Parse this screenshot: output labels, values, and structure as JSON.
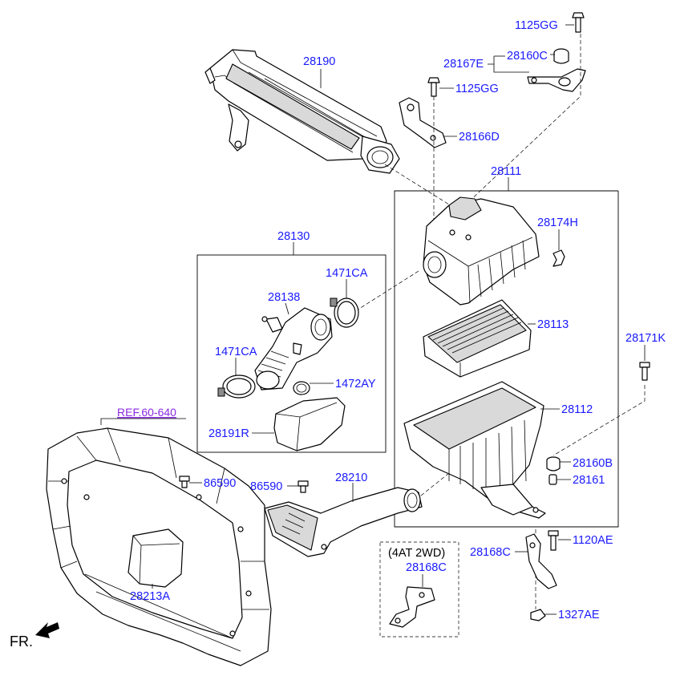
{
  "labels": {
    "p1125gg_top": "1125GG",
    "p28160c": "28160C",
    "p28167e": "28167E",
    "p1125gg_mid": "1125GG",
    "p28190": "28190",
    "p28166d": "28166D",
    "p28111": "28111",
    "p28174h": "28174H",
    "p28130": "28130",
    "p1471ca_top": "1471CA",
    "p28138": "28138",
    "p28113": "28113",
    "p28171k": "28171K",
    "p1471ca_bot": "1471CA",
    "p1472ay": "1472AY",
    "p28112": "28112",
    "ref": "REF.60-640",
    "p28191r": "28191R",
    "p28160b": "28160B",
    "p86590_left": "86590",
    "p86590_mid": "86590",
    "p28210": "28210",
    "p28161": "28161",
    "p1120ae": "1120AE",
    "variant": "(4AT 2WD)",
    "p28168c_box": "28168C",
    "p28168c": "28168C",
    "p28213a": "28213A",
    "p1327ae": "1327AE",
    "front": "FR."
  },
  "colors": {
    "part_number": "#1a1aff",
    "reference": "#8a2be2"
  }
}
